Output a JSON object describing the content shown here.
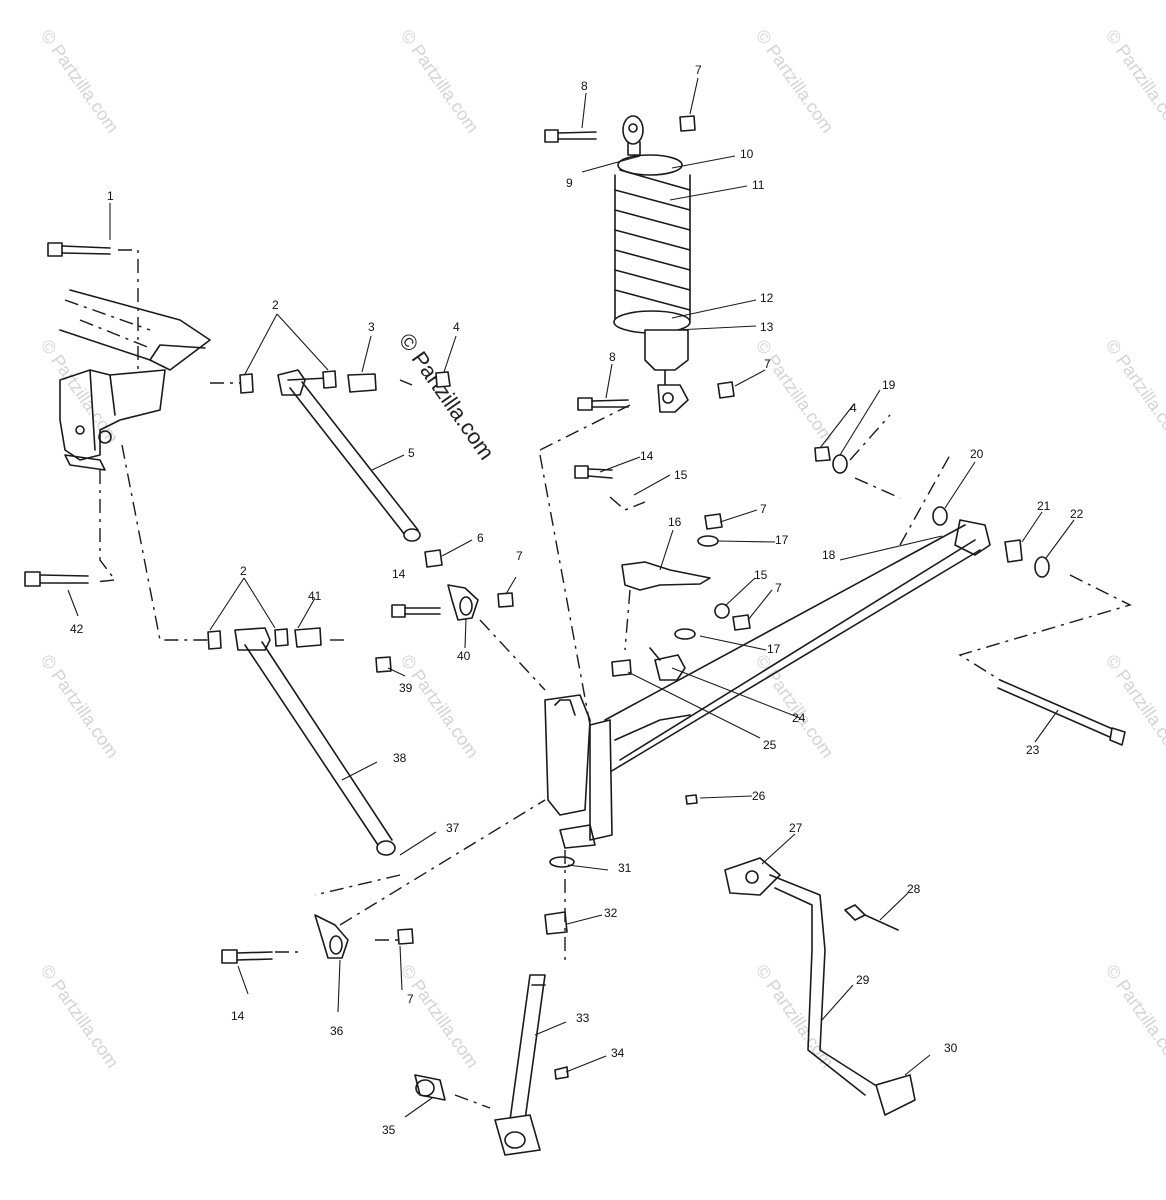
{
  "diagram": {
    "watermark": "© Partzilla.com",
    "callouts": [
      {
        "id": "c1",
        "text": "1"
      },
      {
        "id": "c2a",
        "text": "2"
      },
      {
        "id": "c2b",
        "text": "2"
      },
      {
        "id": "c3",
        "text": "3"
      },
      {
        "id": "c4a",
        "text": "4"
      },
      {
        "id": "c4b",
        "text": "4"
      },
      {
        "id": "c5",
        "text": "5"
      },
      {
        "id": "c6",
        "text": "6"
      },
      {
        "id": "c7a",
        "text": "7"
      },
      {
        "id": "c7b",
        "text": "7"
      },
      {
        "id": "c7c",
        "text": "7"
      },
      {
        "id": "c7d",
        "text": "7"
      },
      {
        "id": "c7e",
        "text": "7"
      },
      {
        "id": "c7f",
        "text": "7"
      },
      {
        "id": "c8a",
        "text": "8"
      },
      {
        "id": "c8b",
        "text": "8"
      },
      {
        "id": "c9",
        "text": "9"
      },
      {
        "id": "c10",
        "text": "10"
      },
      {
        "id": "c11",
        "text": "11"
      },
      {
        "id": "c12",
        "text": "12"
      },
      {
        "id": "c13",
        "text": "13"
      },
      {
        "id": "c14a",
        "text": "14"
      },
      {
        "id": "c14b",
        "text": "14"
      },
      {
        "id": "c14c",
        "text": "14"
      },
      {
        "id": "c15a",
        "text": "15"
      },
      {
        "id": "c15b",
        "text": "15"
      },
      {
        "id": "c16",
        "text": "16"
      },
      {
        "id": "c17a",
        "text": "17"
      },
      {
        "id": "c17b",
        "text": "17"
      },
      {
        "id": "c18",
        "text": "18"
      },
      {
        "id": "c19",
        "text": "19"
      },
      {
        "id": "c20",
        "text": "20"
      },
      {
        "id": "c21",
        "text": "21"
      },
      {
        "id": "c22",
        "text": "22"
      },
      {
        "id": "c23",
        "text": "23"
      },
      {
        "id": "c24",
        "text": "24"
      },
      {
        "id": "c25",
        "text": "25"
      },
      {
        "id": "c26",
        "text": "26"
      },
      {
        "id": "c27",
        "text": "27"
      },
      {
        "id": "c28",
        "text": "28"
      },
      {
        "id": "c29",
        "text": "29"
      },
      {
        "id": "c30",
        "text": "30"
      },
      {
        "id": "c31",
        "text": "31"
      },
      {
        "id": "c32",
        "text": "32"
      },
      {
        "id": "c33",
        "text": "33"
      },
      {
        "id": "c34",
        "text": "34"
      },
      {
        "id": "c35",
        "text": "35"
      },
      {
        "id": "c36",
        "text": "36"
      },
      {
        "id": "c37",
        "text": "37"
      },
      {
        "id": "c38",
        "text": "38"
      },
      {
        "id": "c39",
        "text": "39"
      },
      {
        "id": "c40",
        "text": "40"
      },
      {
        "id": "c41",
        "text": "41"
      },
      {
        "id": "c42",
        "text": "42"
      }
    ]
  }
}
